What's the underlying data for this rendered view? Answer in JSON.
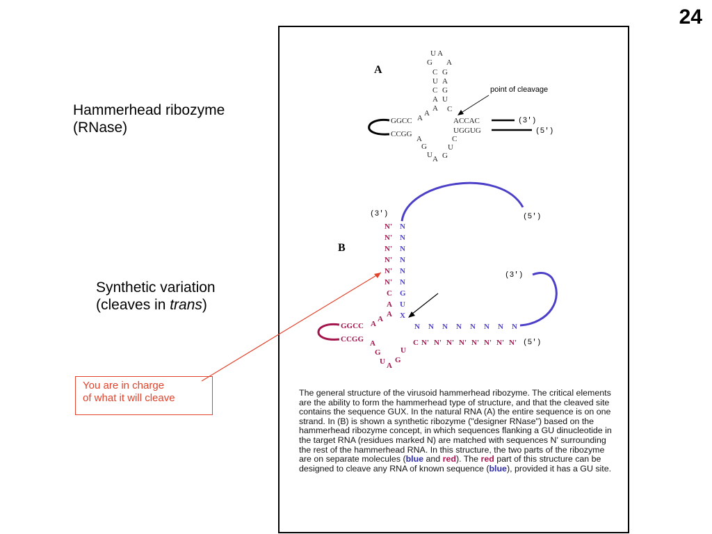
{
  "slide": {
    "number": "24"
  },
  "labels": {
    "natural_line1": "Hammerhead ribozyme",
    "natural_line2": "(RNase)",
    "synthetic_line1": "Synthetic variation",
    "synthetic_line2_pre": "(cleaves in ",
    "synthetic_line2_italic": "trans",
    "synthetic_line2_post": ")",
    "callout_line1": "You are in charge",
    "callout_line2": "of what it will cleave"
  },
  "figure": {
    "panel_a": {
      "letter": "A",
      "point_label": "point of cleavage",
      "end_3": "(3')",
      "end_5": "(5')",
      "loop_top": [
        "U A",
        "G",
        "A"
      ],
      "stem_left": [
        "C",
        "U",
        "C",
        "A"
      ],
      "stem_right": [
        "G",
        "A",
        "G",
        "U"
      ],
      "core_left_upper": [
        "A",
        "A",
        "A"
      ],
      "core_right_upper": "C",
      "helix1_top": "GGCC",
      "helix1_bottom": "CCGG",
      "helix3_top": "ACCAC",
      "helix3_bottom": "UGGUG",
      "core_bottom": [
        "A",
        "G",
        "U",
        "A",
        "G",
        "U",
        "C"
      ]
    },
    "panel_b": {
      "letter": "B",
      "end_3_top": "(3')",
      "end_5_top": "(5')",
      "end_3_right": "(3')",
      "end_5_bottom": "(5')",
      "stem_red": [
        "N'",
        "N'",
        "N'",
        "N'",
        "N'",
        "N'",
        "C",
        "A",
        "A"
      ],
      "stem_blue": [
        "N",
        "N",
        "N",
        "N",
        "N",
        "N",
        "G",
        "U",
        "X"
      ],
      "core_red_upper": [
        "A",
        "A"
      ],
      "helix1_top": "GGCC",
      "helix1_bottom": "CCGG",
      "target_blue": [
        "N",
        "N",
        "N",
        "N",
        "N",
        "N",
        "N",
        "N"
      ],
      "guide_red": [
        "C",
        "N'",
        "N'",
        "N'",
        "N'",
        "N'",
        "N'",
        "N'",
        "N'"
      ],
      "core_bottom": [
        "A",
        "G",
        "U",
        "A",
        "G",
        "U"
      ]
    },
    "caption": {
      "part1": "The general structure of the virusoid hammerhead ribozyme. The critical elements are the ability to form the hammerhead type of structure, and that the cleaved site contains the sequence GUX. In the natural RNA (A) the entire sequence is on one strand. In (B) is shown a synthetic ribozyme (\"designer RNase\") based on the hammerhead ribozyme concept, in which sequences flanking a GU dinucleotide in the target RNA (residues marked N) are matched with sequences N' surrounding the rest of the hammerhead RNA. In this structure, the two parts of the ribozyme are on separate molecules (",
      "blue_word": "blue",
      "and_word": " and ",
      "red_word": "red",
      "part2": "). The ",
      "red_word2": "red",
      "part3": " part of this structure can be designed to cleave any RNA of known sequence (",
      "blue_word2": "blue",
      "part4": "), provided it has a GU site."
    }
  },
  "colors": {
    "blue_strand": "#4c3fc7",
    "red_strand": "#a3154c",
    "callout": "#e3412a"
  }
}
